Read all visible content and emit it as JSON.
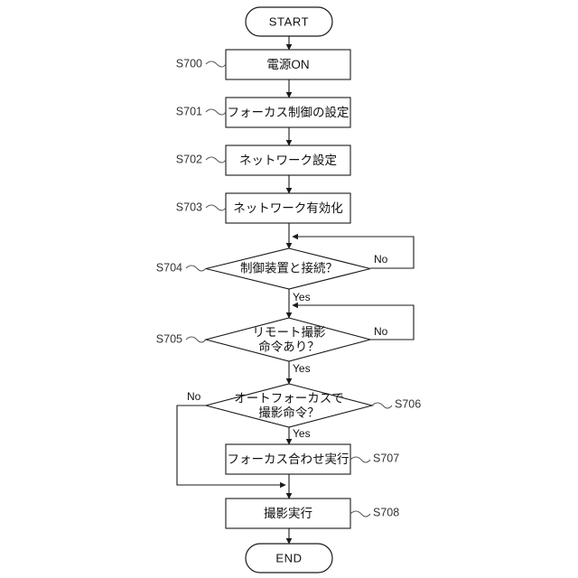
{
  "diagram": {
    "type": "flowchart",
    "title": "",
    "background_color": "#ffffff",
    "line_color": "#1a1a1a",
    "leader_color": "#555555",
    "text_color": "#111111"
  },
  "nodes": {
    "start": {
      "label": "START",
      "shape": "terminator"
    },
    "s700": {
      "label": "電源ON",
      "shape": "process",
      "ref": "S700"
    },
    "s701": {
      "label": "フォーカス制御の設定",
      "shape": "process",
      "ref": "S701"
    },
    "s702": {
      "label": "ネットワーク設定",
      "shape": "process",
      "ref": "S702"
    },
    "s703": {
      "label": "ネットワーク有効化",
      "shape": "process",
      "ref": "S703"
    },
    "s704": {
      "label": "制御装置と接続？",
      "shape": "decision",
      "ref": "S704"
    },
    "s705": {
      "label_line1": "リモート撮影",
      "label_line2": "命令あり？",
      "shape": "decision",
      "ref": "S705"
    },
    "s706": {
      "label_line1": "オートフォーカスで",
      "label_line2": "撮影命令？",
      "shape": "decision",
      "ref": "S706"
    },
    "s707": {
      "label": "フォーカス合わせ実行",
      "shape": "process",
      "ref": "S707"
    },
    "s708": {
      "label": "撮影実行",
      "shape": "process",
      "ref": "S708"
    },
    "end": {
      "label": "END",
      "shape": "terminator"
    }
  },
  "branch_labels": {
    "s704_no": "No",
    "s704_yes": "Yes",
    "s705_no": "No",
    "s705_yes": "Yes",
    "s706_no": "No",
    "s706_yes": "Yes"
  }
}
